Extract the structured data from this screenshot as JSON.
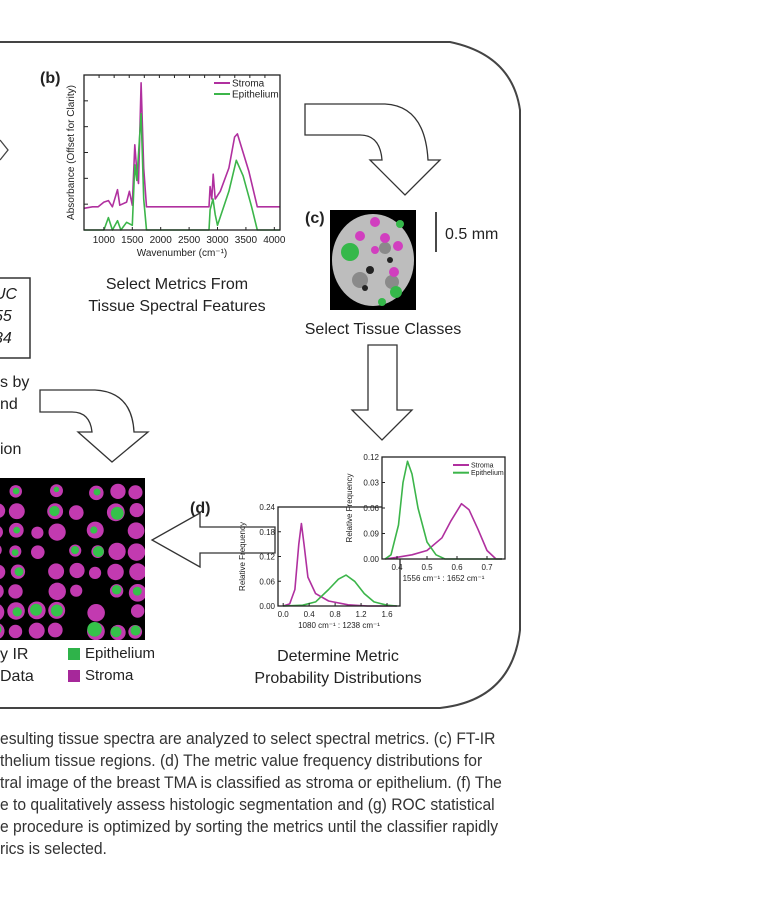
{
  "panels": {
    "b_label": "(b)",
    "b_caption_line1": "Select Metrics From",
    "b_caption_line2": "Tissue Spectral Features",
    "c_label": "(c)",
    "c_scale": "0.5 mm",
    "c_caption": "Select Tissue Classes",
    "d_label": "(d)",
    "d_caption_line1": "Determine Metric",
    "d_caption_line2": "Probability Distributions",
    "left_box_lines": [
      "UC",
      "55",
      "34"
    ],
    "left_text_lines": [
      "s by",
      "nd",
      "ion"
    ],
    "e_caption_line1": "y IR",
    "e_caption_line2": "Data",
    "e_legend": [
      {
        "label": "Epithelium",
        "color": "#2fb34a"
      },
      {
        "label": "Stroma",
        "color": "#a6289a"
      }
    ]
  },
  "chart_data": [
    {
      "type": "line",
      "title": "",
      "xlabel": "Wavenumber (cm⁻¹)",
      "ylabel": "Absorbance (Offset for Clarity)",
      "xlim": [
        650,
        4100
      ],
      "ylim": [
        0,
        1.0
      ],
      "xticks": [
        "1000",
        "1500",
        "2000",
        "2500",
        "3000",
        "3500",
        "4000"
      ],
      "xtick_values": [
        1000,
        1500,
        2000,
        2500,
        3000,
        3500,
        4000
      ],
      "legend": "top-right",
      "series": [
        {
          "name": "Stroma",
          "color": "#b0309f",
          "points": [
            [
              650,
              0.14
            ],
            [
              800,
              0.15
            ],
            [
              900,
              0.15
            ],
            [
              1000,
              0.18
            ],
            [
              1080,
              0.19
            ],
            [
              1150,
              0.15
            ],
            [
              1240,
              0.26
            ],
            [
              1280,
              0.16
            ],
            [
              1400,
              0.18
            ],
            [
              1450,
              0.25
            ],
            [
              1500,
              0.16
            ],
            [
              1545,
              0.55
            ],
            [
              1580,
              0.38
            ],
            [
              1610,
              0.3
            ],
            [
              1655,
              0.95
            ],
            [
              1700,
              0.4
            ],
            [
              1750,
              0.15
            ],
            [
              2850,
              0.15
            ],
            [
              2870,
              0.28
            ],
            [
              2900,
              0.2
            ],
            [
              2925,
              0.36
            ],
            [
              2960,
              0.2
            ],
            [
              3050,
              0.25
            ],
            [
              3200,
              0.4
            ],
            [
              3300,
              0.6
            ],
            [
              3350,
              0.62
            ],
            [
              3450,
              0.5
            ],
            [
              3550,
              0.38
            ],
            [
              3700,
              0.15
            ],
            [
              4100,
              0.15
            ]
          ]
        },
        {
          "name": "Epithelium",
          "color": "#3cb54a",
          "points": [
            [
              650,
              0.0
            ],
            [
              1000,
              0.0
            ],
            [
              1080,
              0.08
            ],
            [
              1150,
              0.0
            ],
            [
              1240,
              0.06
            ],
            [
              1300,
              0.0
            ],
            [
              1400,
              0.05
            ],
            [
              1500,
              0.03
            ],
            [
              1545,
              0.42
            ],
            [
              1580,
              0.32
            ],
            [
              1655,
              0.75
            ],
            [
              1700,
              0.2
            ],
            [
              1750,
              0.0
            ],
            [
              2850,
              0.0
            ],
            [
              2870,
              0.13
            ],
            [
              2920,
              0.2
            ],
            [
              2960,
              0.1
            ],
            [
              3000,
              0.03
            ],
            [
              3200,
              0.25
            ],
            [
              3330,
              0.45
            ],
            [
              3450,
              0.35
            ],
            [
              3600,
              0.15
            ],
            [
              3700,
              0.0
            ],
            [
              4100,
              0.0
            ]
          ]
        }
      ]
    },
    {
      "type": "line",
      "xlabel": "1080 cm⁻¹  :  1238 cm⁻¹",
      "ylabel": "Relative Frequency",
      "xlim": [
        -0.08,
        1.8
      ],
      "ylim": [
        0,
        0.24
      ],
      "xticks": [
        "0.0",
        "0.4",
        "0.8",
        "1.2",
        "1.6"
      ],
      "xtick_values": [
        0,
        0.4,
        0.8,
        1.2,
        1.6
      ],
      "yticks": [
        "0.24",
        "0.18",
        "0.12",
        "0.06",
        "0.00"
      ],
      "ytick_values": [
        0.24,
        0.18,
        0.12,
        0.06,
        0.0
      ],
      "series": [
        {
          "name": "Stroma",
          "color": "#b0309f",
          "points": [
            [
              0.0,
              0
            ],
            [
              0.1,
              0.005
            ],
            [
              0.18,
              0.04
            ],
            [
              0.24,
              0.15
            ],
            [
              0.28,
              0.2
            ],
            [
              0.32,
              0.15
            ],
            [
              0.38,
              0.07
            ],
            [
              0.5,
              0.03
            ],
            [
              0.7,
              0.012
            ],
            [
              1.0,
              0.003
            ],
            [
              1.3,
              0
            ],
            [
              1.75,
              0
            ]
          ]
        },
        {
          "name": "Epithelium",
          "color": "#3cb54a",
          "points": [
            [
              0.0,
              0
            ],
            [
              0.3,
              0.002
            ],
            [
              0.5,
              0.01
            ],
            [
              0.7,
              0.04
            ],
            [
              0.85,
              0.065
            ],
            [
              0.97,
              0.075
            ],
            [
              1.1,
              0.06
            ],
            [
              1.25,
              0.03
            ],
            [
              1.4,
              0.01
            ],
            [
              1.6,
              0.002
            ],
            [
              1.75,
              0
            ]
          ]
        }
      ]
    },
    {
      "type": "line",
      "xlabel": "1556 cm⁻¹  :  1652 cm⁻¹",
      "ylabel": "Relative Frequency",
      "xlim": [
        0.35,
        0.76
      ],
      "ylim": [
        0,
        0.12
      ],
      "xticks": [
        "0.4",
        "0.5",
        "0.6",
        "0.7"
      ],
      "xtick_values": [
        0.4,
        0.5,
        0.6,
        0.7
      ],
      "yticks": [
        "0.12",
        "0.03",
        "0.06",
        "0.09",
        "0.00"
      ],
      "ytick_values": [
        0.12,
        0.09,
        0.06,
        0.03,
        0.0
      ],
      "legend": "top-right",
      "series": [
        {
          "name": "Stroma",
          "color": "#b0309f",
          "points": [
            [
              0.36,
              0
            ],
            [
              0.4,
              0.002
            ],
            [
              0.45,
              0.005
            ],
            [
              0.5,
              0.01
            ],
            [
              0.55,
              0.025
            ],
            [
              0.58,
              0.045
            ],
            [
              0.615,
              0.065
            ],
            [
              0.64,
              0.058
            ],
            [
              0.67,
              0.035
            ],
            [
              0.7,
              0.01
            ],
            [
              0.73,
              0
            ],
            [
              0.75,
              0
            ]
          ]
        },
        {
          "name": "Epithelium",
          "color": "#3cb54a",
          "points": [
            [
              0.36,
              0
            ],
            [
              0.38,
              0.005
            ],
            [
              0.405,
              0.04
            ],
            [
              0.42,
              0.09
            ],
            [
              0.435,
              0.115
            ],
            [
              0.45,
              0.1
            ],
            [
              0.47,
              0.06
            ],
            [
              0.5,
              0.02
            ],
            [
              0.53,
              0.005
            ],
            [
              0.56,
              0
            ],
            [
              0.75,
              0
            ]
          ]
        }
      ]
    }
  ],
  "caption_lines": [
    "esulting tissue spectra are analyzed to select spectral metrics. (c) FT-IR",
    "thelium tissue regions. (d) The metric value frequency distributions for",
    "tral image of the breast TMA is classified as stroma or epithelium. (f) The",
    "e to qualitatively assess histologic segmentation and (g) ROC statistical",
    "e procedure is optimized by sorting the metrics until the classifier rapidly",
    "rics is selected."
  ]
}
